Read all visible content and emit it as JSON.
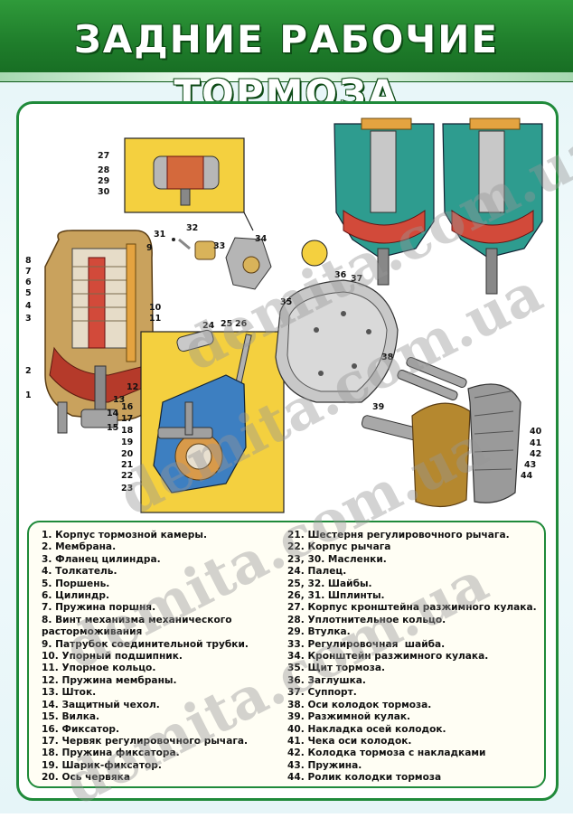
{
  "poster": {
    "title": "ЗАДНИЕ РАБОЧИЕ ТОРМОЗА",
    "colors": {
      "header": "#1f7d2b",
      "frame": "#1f8a3a",
      "brake_red": "#c0392b",
      "chamber_teal": "#2e9c8f",
      "inset_yellow": "#f4d03f"
    }
  },
  "callouts": [
    "1",
    "2",
    "3",
    "4",
    "5",
    "6",
    "7",
    "8",
    "9",
    "10",
    "11",
    "12",
    "13",
    "14",
    "15",
    "16",
    "17",
    "18",
    "19",
    "20",
    "21",
    "22",
    "23",
    "24",
    "25",
    "26",
    "27",
    "28",
    "29",
    "30",
    "31",
    "32",
    "33",
    "34",
    "35",
    "36",
    "37",
    "38",
    "39",
    "40",
    "41",
    "42",
    "43",
    "44"
  ],
  "legend": {
    "left": [
      "1. Корпус тормозной камеры.",
      "2. Мембрана.",
      "3. Фланец цилиндра.",
      "4. Толкатель.",
      "5. Поршень.",
      "6. Цилиндр.",
      "7. Пружина поршня.",
      "8. Винт механизма механического",
      "расторможивания",
      "9. Патрубок соединительной трубки.",
      "10. Упорный подшипник.",
      "11. Упорное кольцо.",
      "12. Пружина мембраны.",
      "13. Шток.",
      "14. Защитный чехол.",
      "15. Вилка.",
      "16. Фиксатор.",
      "17. Червяк регулировочного рычага.",
      "18. Пружина фиксатора.",
      "19. Шарик-фиксатор.",
      "20. Ось червяка"
    ],
    "right": [
      "21. Шестерня регулировочного рычага.",
      "22. Корпус рычага",
      "23, 30. Масленки.",
      "24. Палец.",
      "25, 32. Шайбы.",
      "26, 31. Шплинты.",
      "27. Корпус кронштейна разжимного кулака.",
      "28. Уплотнительное кольцо.",
      "29. Втулка.",
      "33. Регулировочная  шайба.",
      "34. Кронштейн разжимного кулака.",
      "35. Щит тормоза.",
      "36. Заглушка.",
      "37. Суппорт.",
      "38. Оси колодок тормоза.",
      "39. Разжимной кулак.",
      "40. Накладка осей колодок.",
      "41. Чека оси колодок.",
      "42. Колодка тормоза с накладками",
      "43. Пружина.",
      "44. Ролик колодки тормоза"
    ]
  },
  "watermark": {
    "text": "demita.com.ua"
  }
}
